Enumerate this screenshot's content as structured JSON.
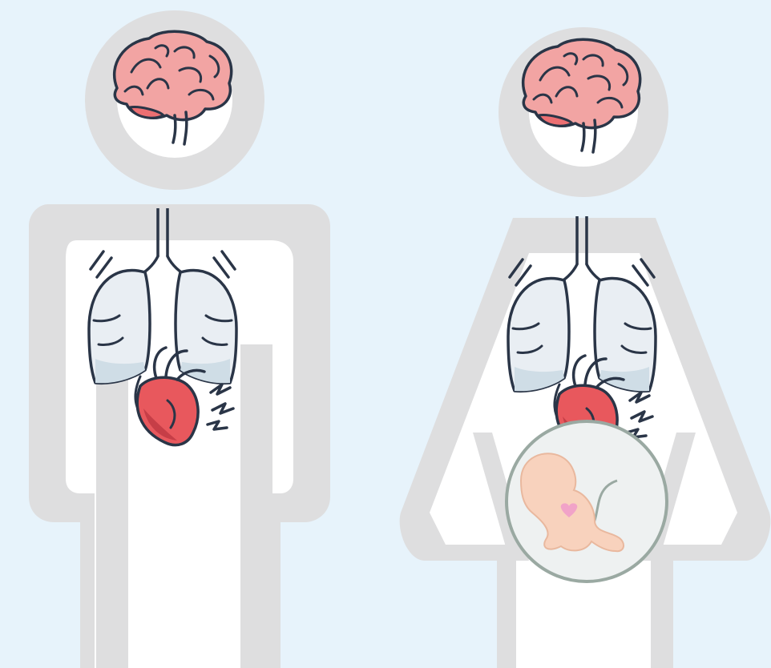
{
  "colors": {
    "background": "#e7f3fb",
    "figure_outline": "#dededf",
    "figure_fill": "#ffffff",
    "organ_stroke": "#2a3547",
    "brain_fill": "#f2a4a3",
    "brain_accent": "#ec6f72",
    "lung_fill": "#e9eef3",
    "lung_shade": "#cfdde6",
    "heart_fill": "#e8585d",
    "heart_shade": "#c63e47",
    "womb_fill": "#eef1f1",
    "womb_stroke": "#9aa9a2",
    "fetus_fill": "#f8d2bd",
    "fetal_heart": "#f1a3c8"
  },
  "figures": [
    {
      "id": "male",
      "icons": [
        "brain-icon",
        "lungs-icon",
        "heart-icon"
      ],
      "heart_effect": "palpitation"
    },
    {
      "id": "female-pregnant",
      "icons": [
        "brain-icon",
        "lungs-icon",
        "heart-icon",
        "fetus-icon"
      ],
      "heart_effect": "palpitation"
    }
  ]
}
